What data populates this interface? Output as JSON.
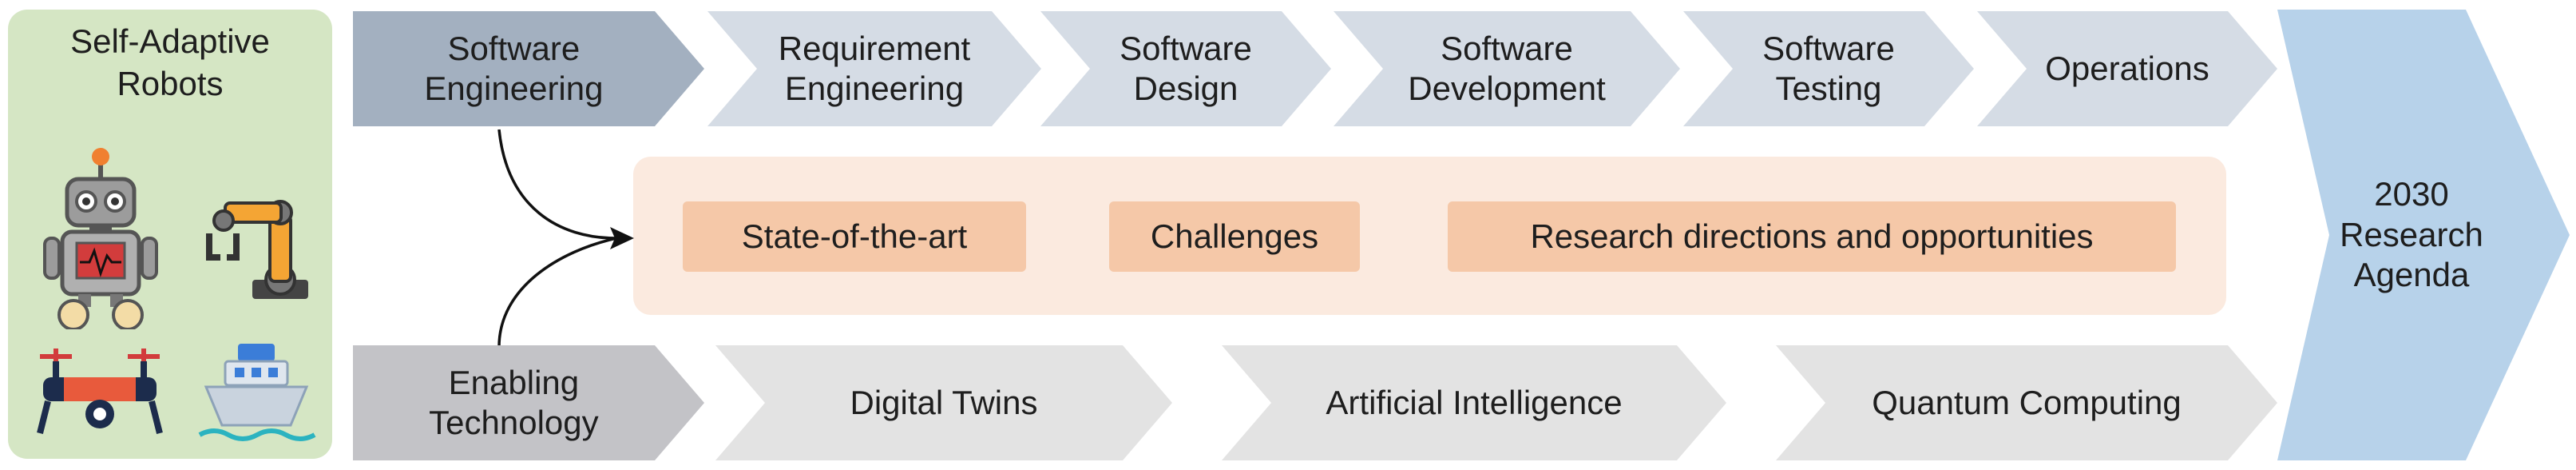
{
  "left_panel": {
    "title": "Self-Adaptive\nRobots",
    "icons": [
      "humanoid-robot-icon",
      "robotic-arm-icon",
      "drone-icon",
      "ship-icon"
    ]
  },
  "top_row": [
    {
      "label": "Software\nEngineering",
      "fill": "#a3b0c0"
    },
    {
      "label": "Requirement\nEngineering",
      "fill": "#d5dce5"
    },
    {
      "label": "Software\nDesign",
      "fill": "#d5dce5"
    },
    {
      "label": "Software\nDevelopment",
      "fill": "#d5dce5"
    },
    {
      "label": "Software\nTesting",
      "fill": "#d5dce5"
    },
    {
      "label": "Operations",
      "fill": "#d5dce5"
    }
  ],
  "center": {
    "pills": [
      "State-of-the-art",
      "Challenges",
      "Research directions and opportunities"
    ]
  },
  "bottom_row": [
    {
      "label": "Enabling\nTechnology",
      "fill": "#c3c3c7"
    },
    {
      "label": "Digital Twins",
      "fill": "#e3e3e3"
    },
    {
      "label": "Artificial Intelligence",
      "fill": "#e3e3e3"
    },
    {
      "label": "Quantum Computing",
      "fill": "#e3e3e3"
    }
  ],
  "agenda": {
    "label": "2030\nResearch\nAgenda",
    "fill": "#b7d2ea"
  }
}
